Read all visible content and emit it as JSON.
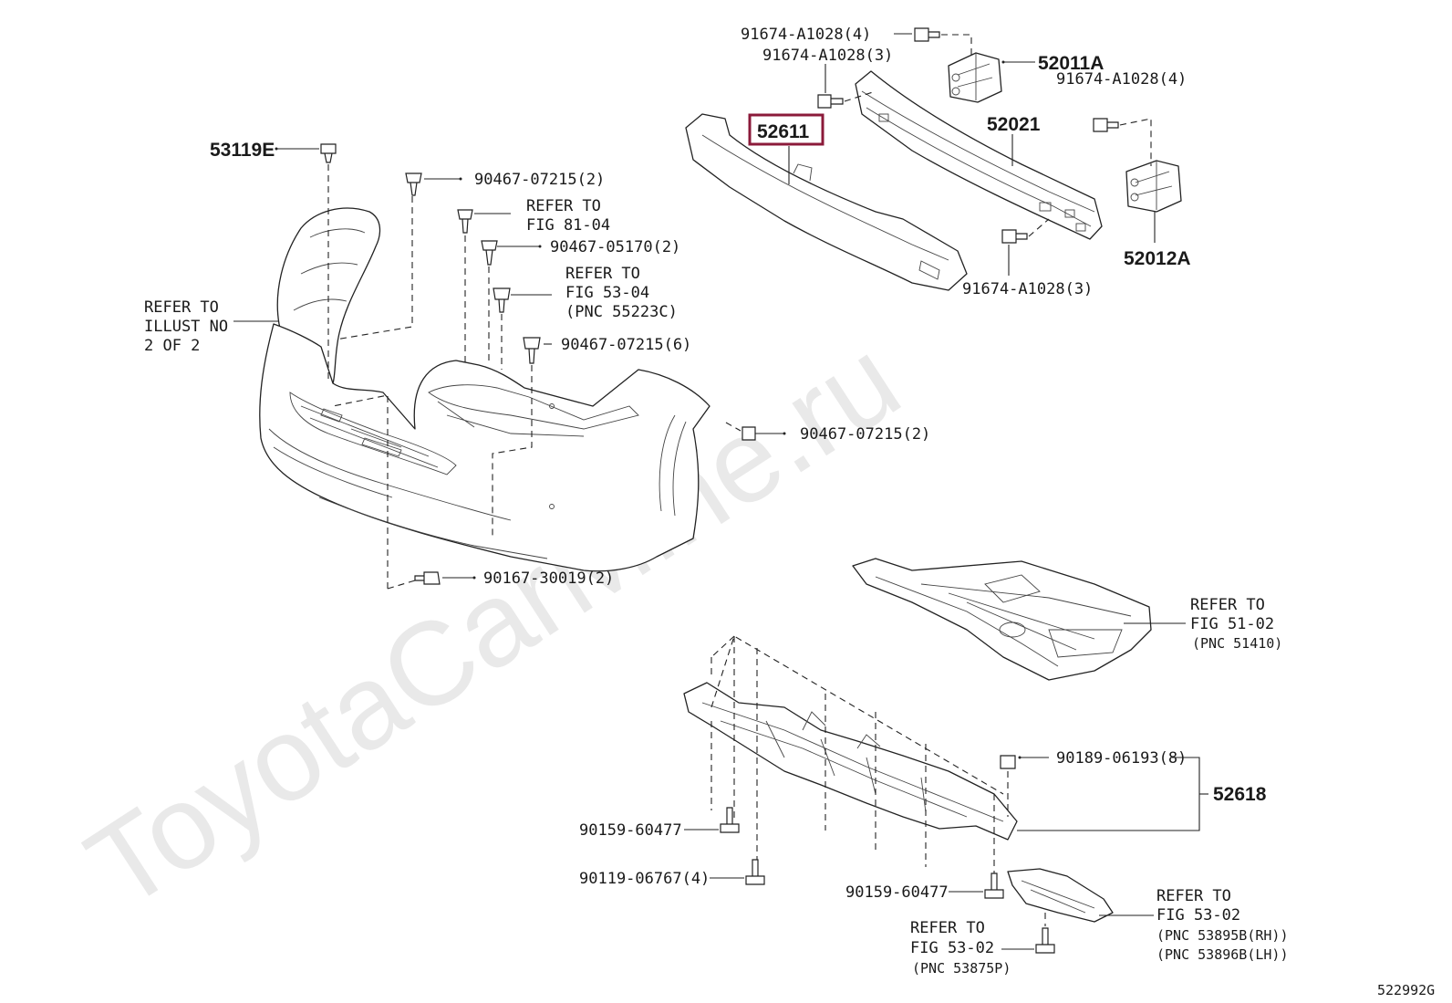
{
  "watermark": "ToyotaCarMine.ru",
  "figure_code": "522992G",
  "highlight_color": "#8b1a3a",
  "labels": {
    "p53119E": "53119E",
    "p90467_07215_2a": "90467-07215(2)",
    "refer_81_04_line1": "REFER TO",
    "refer_81_04_line2": "FIG 81-04",
    "p90467_05170_2": "90467-05170(2)",
    "refer_53_04_line1": "REFER TO",
    "refer_53_04_line2": "FIG 53-04",
    "refer_53_04_line3": "(PNC 55223C)",
    "refer_illust_line1": "REFER TO",
    "refer_illust_line2": "ILLUST NO",
    "refer_illust_line3": "2 OF 2",
    "p90467_07215_6": "90467-07215(6)",
    "p90467_07215_2b": "90467-07215(2)",
    "p90167_30019_2": "90167-30019(2)",
    "p91674_A1028_4a": "91674-A1028(4)",
    "p91674_A1028_3a": "91674-A1028(3)",
    "p52011A": "52011A",
    "p91674_A1028_4b": "91674-A1028(4)",
    "p52611": "52611",
    "p52021": "52021",
    "p52012A": "52012A",
    "p91674_A1028_3b": "91674-A1028(3)",
    "refer_51_02_line1": "REFER TO",
    "refer_51_02_line2": "FIG 51-02",
    "refer_51_02_line3": "(PNC 51410)",
    "p90189_06193_8": "90189-06193(8)",
    "p52618": "52618",
    "p90159_60477_a": "90159-60477",
    "p90119_06767_4": "90119-06767(4)",
    "p90159_60477_b": "90159-60477",
    "refer_53_02a_line1": "REFER TO",
    "refer_53_02a_line2": "FIG 53-02",
    "refer_53_02a_line3": "(PNC 53895B(RH))",
    "refer_53_02a_line4": "(PNC 53896B(LH))",
    "refer_53_02b_line1": "REFER TO",
    "refer_53_02b_line2": "FIG 53-02",
    "refer_53_02b_line3": "(PNC 53875P)"
  }
}
